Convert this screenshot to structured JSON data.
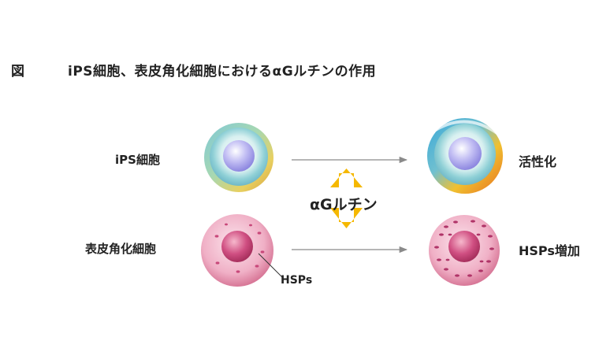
{
  "header": {
    "figure_label": "図",
    "title": "iPS細胞、表皮角化細胞におけるαGルチンの作用"
  },
  "diagram": {
    "left_labels": {
      "ips": "iPS細胞",
      "keratinocyte": "表皮角化細胞"
    },
    "right_labels": {
      "ips_result": "活性化",
      "keratinocyte_result": "HSPs増加"
    },
    "center_label": "αGルチン",
    "hsps_pointer_label": "HSPs",
    "colors": {
      "arrow_line": "#8a8a8a",
      "center_arrow": "#f5b800",
      "pink_cell": "#e8a0b8",
      "pink_nucleus": "#c8487a",
      "ips_nucleus": "#b8b4ee"
    }
  }
}
